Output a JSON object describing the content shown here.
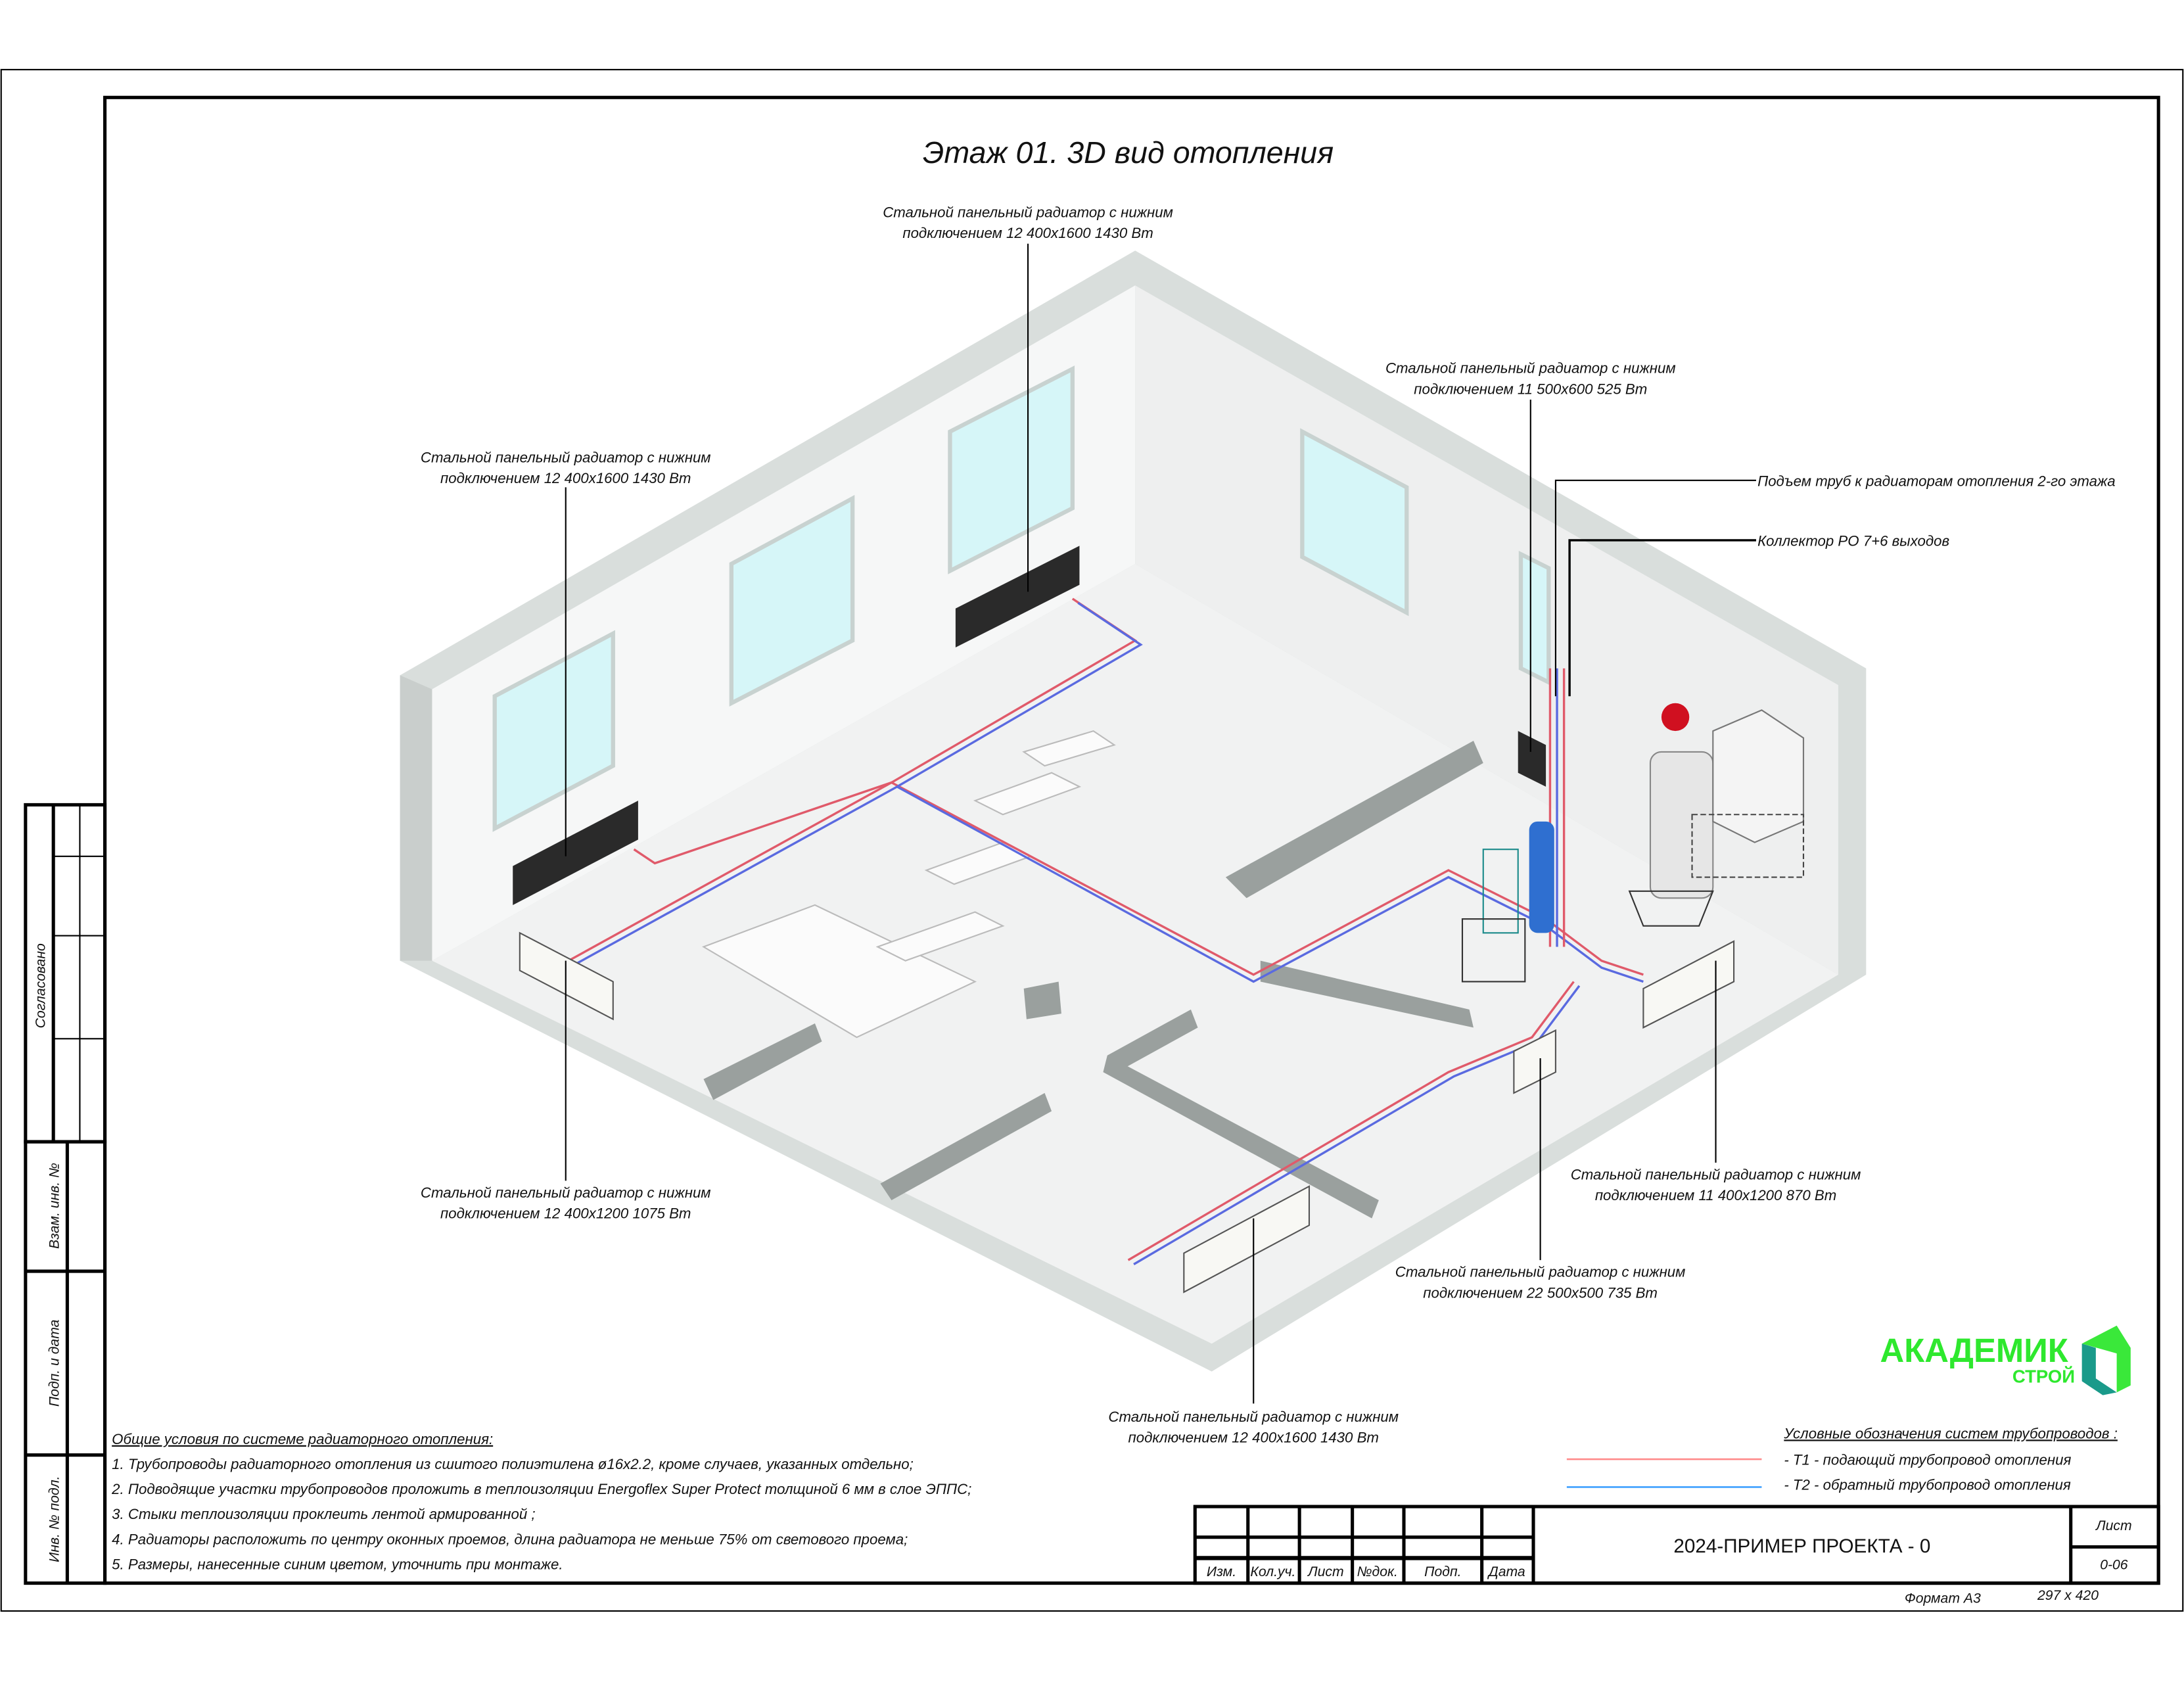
{
  "drawing": {
    "title": "Этаж 01. 3D вид отопления",
    "callouts": [
      {
        "line1": "Стальной панельный радиатор с нижним",
        "line2": "подключением 12 400х1600 1430 Вт"
      },
      {
        "line1": "Стальной панельный радиатор с нижним",
        "line2": "подключением 12 400х1600 1430 Вт"
      },
      {
        "line1": "Стальной панельный радиатор с нижним",
        "line2": "подключением 11 500х600 525 Вт"
      },
      {
        "line1": "Подъем труб к радиаторам отопления 2-го этажа"
      },
      {
        "line1": "Коллектор РО 7+6 выходов"
      },
      {
        "line1": "Стальной панельный радиатор с нижним",
        "line2": "подключением 12 400х1200 1075 Вт"
      },
      {
        "line1": "Стальной панельный радиатор с нижним",
        "line2": "подключением 11 400х1200 870 Вт"
      },
      {
        "line1": "Стальной панельный радиатор с нижним",
        "line2": "подключением 22 500х500 735 Вт"
      },
      {
        "line1": "Стальной панельный радиатор с нижним",
        "line2": "подключением 12 400х1600 1430 Вт"
      }
    ]
  },
  "notes": {
    "title": "Общие условия по системе радиаторного отопления:",
    "items": [
      "1. Трубопроводы радиаторного отопления из сшитого полиэтилена  ø16х2.2, кроме случаев, указанных отдельно;",
      "2. Подводящие участки трубопроводов проложить в теплоизоляции Energoflex Super Protect толщиной 6 мм в слое ЭППС;",
      "3. Стыки теплоизоляции проклеить лентой армированной ;",
      "4. Радиаторы расположить по центру оконных проемов, длина радиатора не меньше 75% от светового проема;",
      "5. Размеры, нанесенные синим цветом, уточнить при монтаже."
    ]
  },
  "legend": {
    "title": "Условные обозначения систем трубопроводов :",
    "items": [
      {
        "label": "- Т1 - подающий трубопровод отопления",
        "color": "#ff8a8a"
      },
      {
        "label": "- Т2 - обратный трубопровод отопления",
        "color": "#3fa0ff"
      }
    ]
  },
  "logo": {
    "main": "АКАДЕМИК",
    "sub": "СТРОЙ",
    "color": "#2ee82e"
  },
  "stamp": {
    "left": {
      "agreed": "Согласовано",
      "replace_inv": "Взам. инв. №",
      "sign_date": "Подп. и дата",
      "inv_orig": "Инв. № подл."
    },
    "columns": [
      "Изм.",
      "Кол.уч.",
      "Лист",
      "№док.",
      "Подп.",
      "Дата"
    ],
    "project": "2024-ПРИМЕР ПРОЕКТА - 0",
    "sheet_label": "Лист",
    "sheet": "0-06",
    "format": "Формат А3",
    "size": "297 х 420"
  }
}
